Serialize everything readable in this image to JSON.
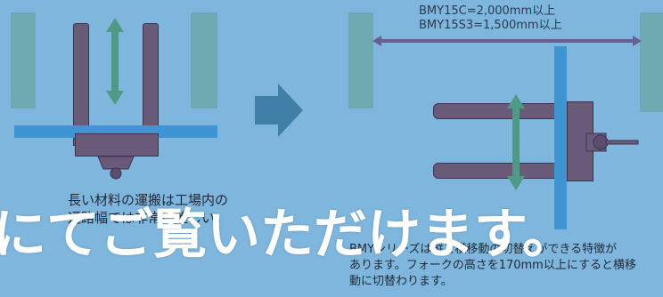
{
  "left_caption": {
    "line1": "長い材料の運搬は工場内の",
    "line2": "通路幅では非常に難しい。"
  },
  "dimension_label": {
    "line1": "BMY15C=2,000mm以上",
    "line2": "BMY15S3=1,500mm以上"
  },
  "right_caption": {
    "line1": "BMYシリーズは縦と横移動の切替えができる特徴が",
    "line2": "あります。フォークの高さを170mm以上にすると横移",
    "line3": "動に切替わります。"
  },
  "overlay_subtitle": "にてご覧いただけます。",
  "colors": {
    "background": "#7fb6dd",
    "panel": "#6faab0",
    "blue_bar": "#3f95d2",
    "fork": "#6a5a7a",
    "green_arrow": "#4f9a86",
    "purple_arrow": "#6b5f8f",
    "right_arrow": "#3f7fa8"
  }
}
